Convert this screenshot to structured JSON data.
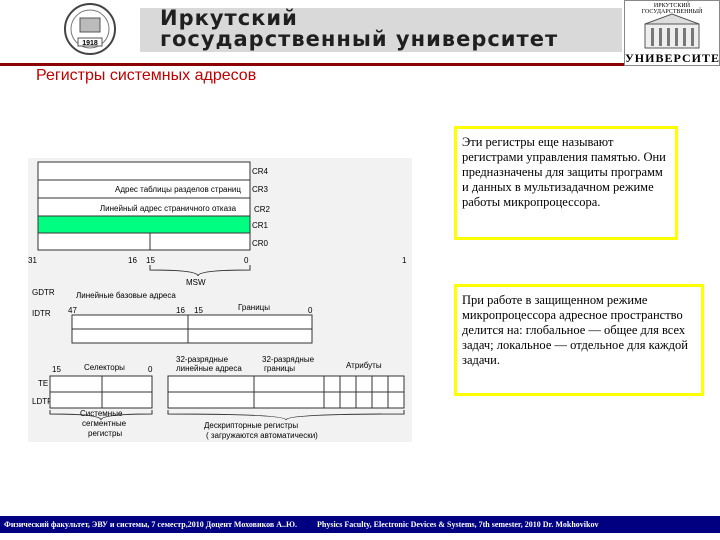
{
  "header": {
    "title_line1": "Иркутский",
    "title_line2": "государственный университет",
    "seal_year": "1918",
    "logo_top": "ИРКУТСКИЙ ГОСУДАРСТВЕННЫЙ",
    "logo_bottom": "УНИВЕРСИТЕТ"
  },
  "page": {
    "title": "Регистры системных адресов"
  },
  "diagram": {
    "control_registers": {
      "cr4": "CR4",
      "cr3": "CR3",
      "cr2": "CR2",
      "cr1": "CR1",
      "cr0": "CR0",
      "cr3_field": "Адрес таблицы разделов страниц",
      "cr2_field": "Линейный адрес страничного отказа"
    },
    "bits": {
      "b31": "31",
      "b16": "16",
      "b15": "15",
      "b0": "0",
      "right_mark": "1"
    },
    "msw": "MSW",
    "table_registers": {
      "gdtr": "GDTR",
      "idtr": "IDTR",
      "base_label": "Линейные базовые адреса",
      "limit_label": "Границы",
      "b47": "47",
      "b16": "16",
      "b15": "15",
      "b0": "0"
    },
    "segment_registers": {
      "te": "TE",
      "ldtr": "LDTR",
      "b15": "15",
      "b0": "0",
      "selectors": "Селекторы",
      "linear_addr_l1": "32-разрядные",
      "linear_addr_l2": "линейные адреса",
      "limits_l1": "32-разрядные",
      "limits_l2": "границы",
      "attributes": "Атрибуты",
      "sys_seg_l1": "Системные",
      "sys_seg_l2": "сегментные",
      "sys_seg_l3": "регистры",
      "desc_l1": "Дескрипторные регистры",
      "desc_l2": "( загружаются автоматически)"
    },
    "colors": {
      "cr1_fill": "#00ff80",
      "background": "#f2f2f2"
    }
  },
  "notes": {
    "note1": "Эти регистры еще называют регистрами управления памятью. Они предназначены для защиты программ и данных в мультизадачном режиме работы микропроцессора.",
    "note2": "При работе в защищенном режиме микропроцессора адресное пространство делится на: глобальное — общее для всех задач; локальное — отдельное для каждой задачи."
  },
  "footer": {
    "left": "Физический факультет, ЭВУ и системы, 7 семестр,2010 Доцент Моховиков А..Ю.",
    "right": "Physics Faculty, Electronic Devices & Systems, 7th semester, 2010 Dr. Mokhovikov"
  }
}
